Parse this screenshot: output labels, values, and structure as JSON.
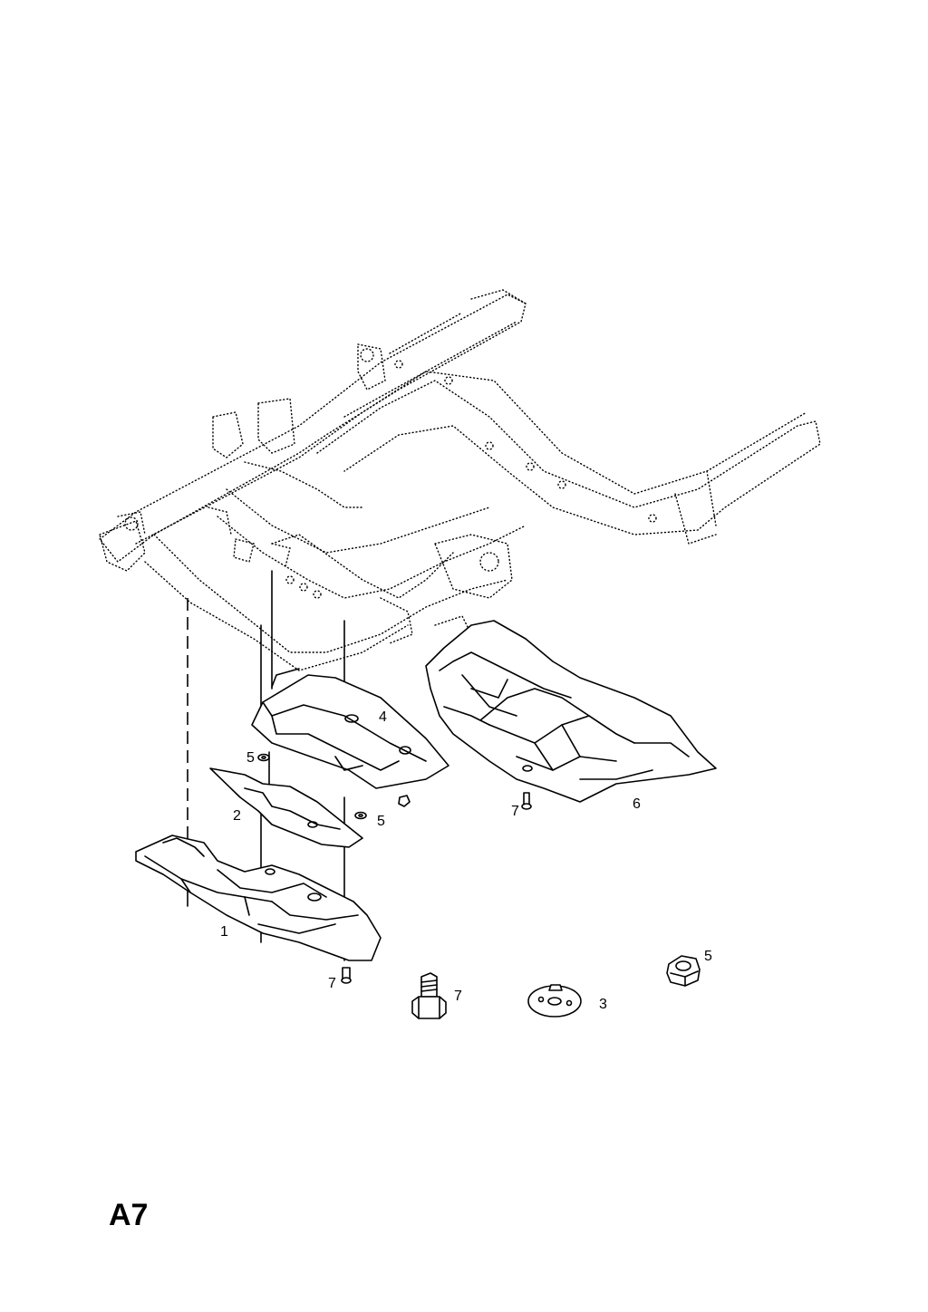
{
  "page_code": "A7",
  "callouts": {
    "c1": "1",
    "c2": "2",
    "c3": "3",
    "c4": "4",
    "c5a": "5",
    "c5b": "5",
    "c5c": "5",
    "c6": "6",
    "c7a": "7",
    "c7b": "7",
    "c7c": "7"
  },
  "parts": [
    {
      "callout": "1",
      "icon": "skid-plate-rear-icon"
    },
    {
      "callout": "2",
      "icon": "skid-plate-bracket-icon"
    },
    {
      "callout": "3",
      "icon": "washer-icon"
    },
    {
      "callout": "4",
      "icon": "skid-plate-middle-icon"
    },
    {
      "callout": "5",
      "icon": "nut-icon"
    },
    {
      "callout": "6",
      "icon": "skid-plate-front-icon"
    },
    {
      "callout": "7",
      "icon": "bolt-icon"
    }
  ]
}
